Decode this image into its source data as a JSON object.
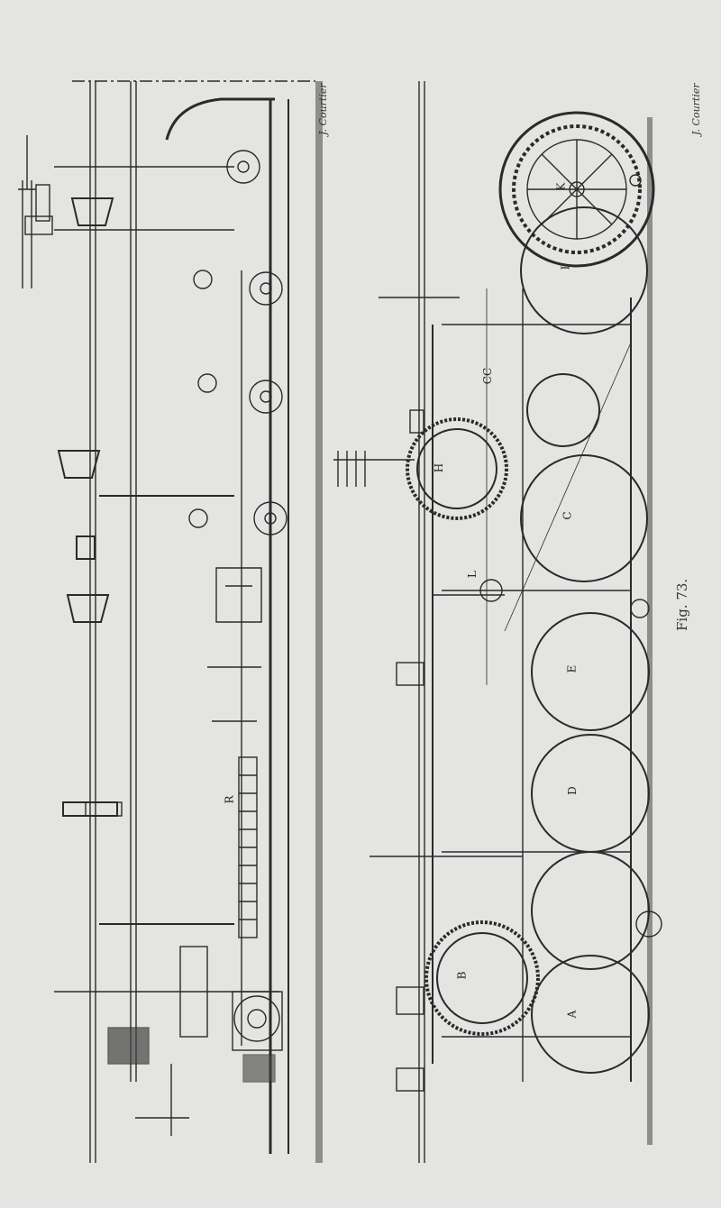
{
  "figure": {
    "caption": "Fig. 73.",
    "signature_left": "J. Courtier",
    "signature_right": "J. Courtier",
    "labels": {
      "K": "K",
      "I": "I",
      "H": "H",
      "CC": "CC",
      "C": "C",
      "L": "L",
      "E": "E",
      "D": "D",
      "B": "B",
      "A": "A",
      "R": "R"
    }
  }
}
